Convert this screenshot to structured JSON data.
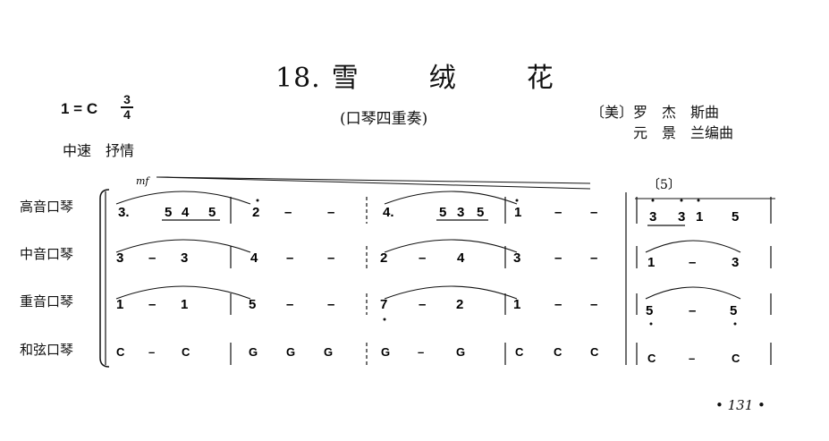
{
  "title": {
    "number": "18.",
    "w1": "雪",
    "w2": "绒",
    "w3": "花"
  },
  "subtitle": "(口琴四重奏)",
  "key": "1 = C",
  "time_signature": {
    "top": "3",
    "bottom": "4"
  },
  "tempo": "中速　抒情",
  "composer": "〔美〕罗　杰　斯曲",
  "arranger": "元　景　兰编曲",
  "dynamic": "mf",
  "rehearsal_mark": "〔5〕",
  "parts": [
    "高音口琴",
    "中音口琴",
    "重音口琴",
    "和弦口琴"
  ],
  "notes": {
    "r0": [
      "3.",
      "5",
      "4",
      "5",
      "2",
      "–",
      "–",
      "4.",
      "5",
      "3",
      "5",
      "1",
      "–",
      "–",
      "3",
      "3",
      "1",
      "5"
    ],
    "r1": [
      "3",
      "–",
      "3",
      "4",
      "–",
      "–",
      "2",
      "–",
      "4",
      "3",
      "–",
      "–",
      "1",
      "–",
      "3"
    ],
    "r2": [
      "1",
      "–",
      "1",
      "5",
      "–",
      "–",
      "7",
      "–",
      "2",
      "1",
      "–",
      "–",
      "5",
      "–",
      "5"
    ],
    "r3": [
      "C",
      "–",
      "C",
      "G",
      "G",
      "G",
      "G",
      "–",
      "G",
      "C",
      "C",
      "C",
      "C",
      "–",
      "C"
    ]
  },
  "page_number": "• 131 •"
}
